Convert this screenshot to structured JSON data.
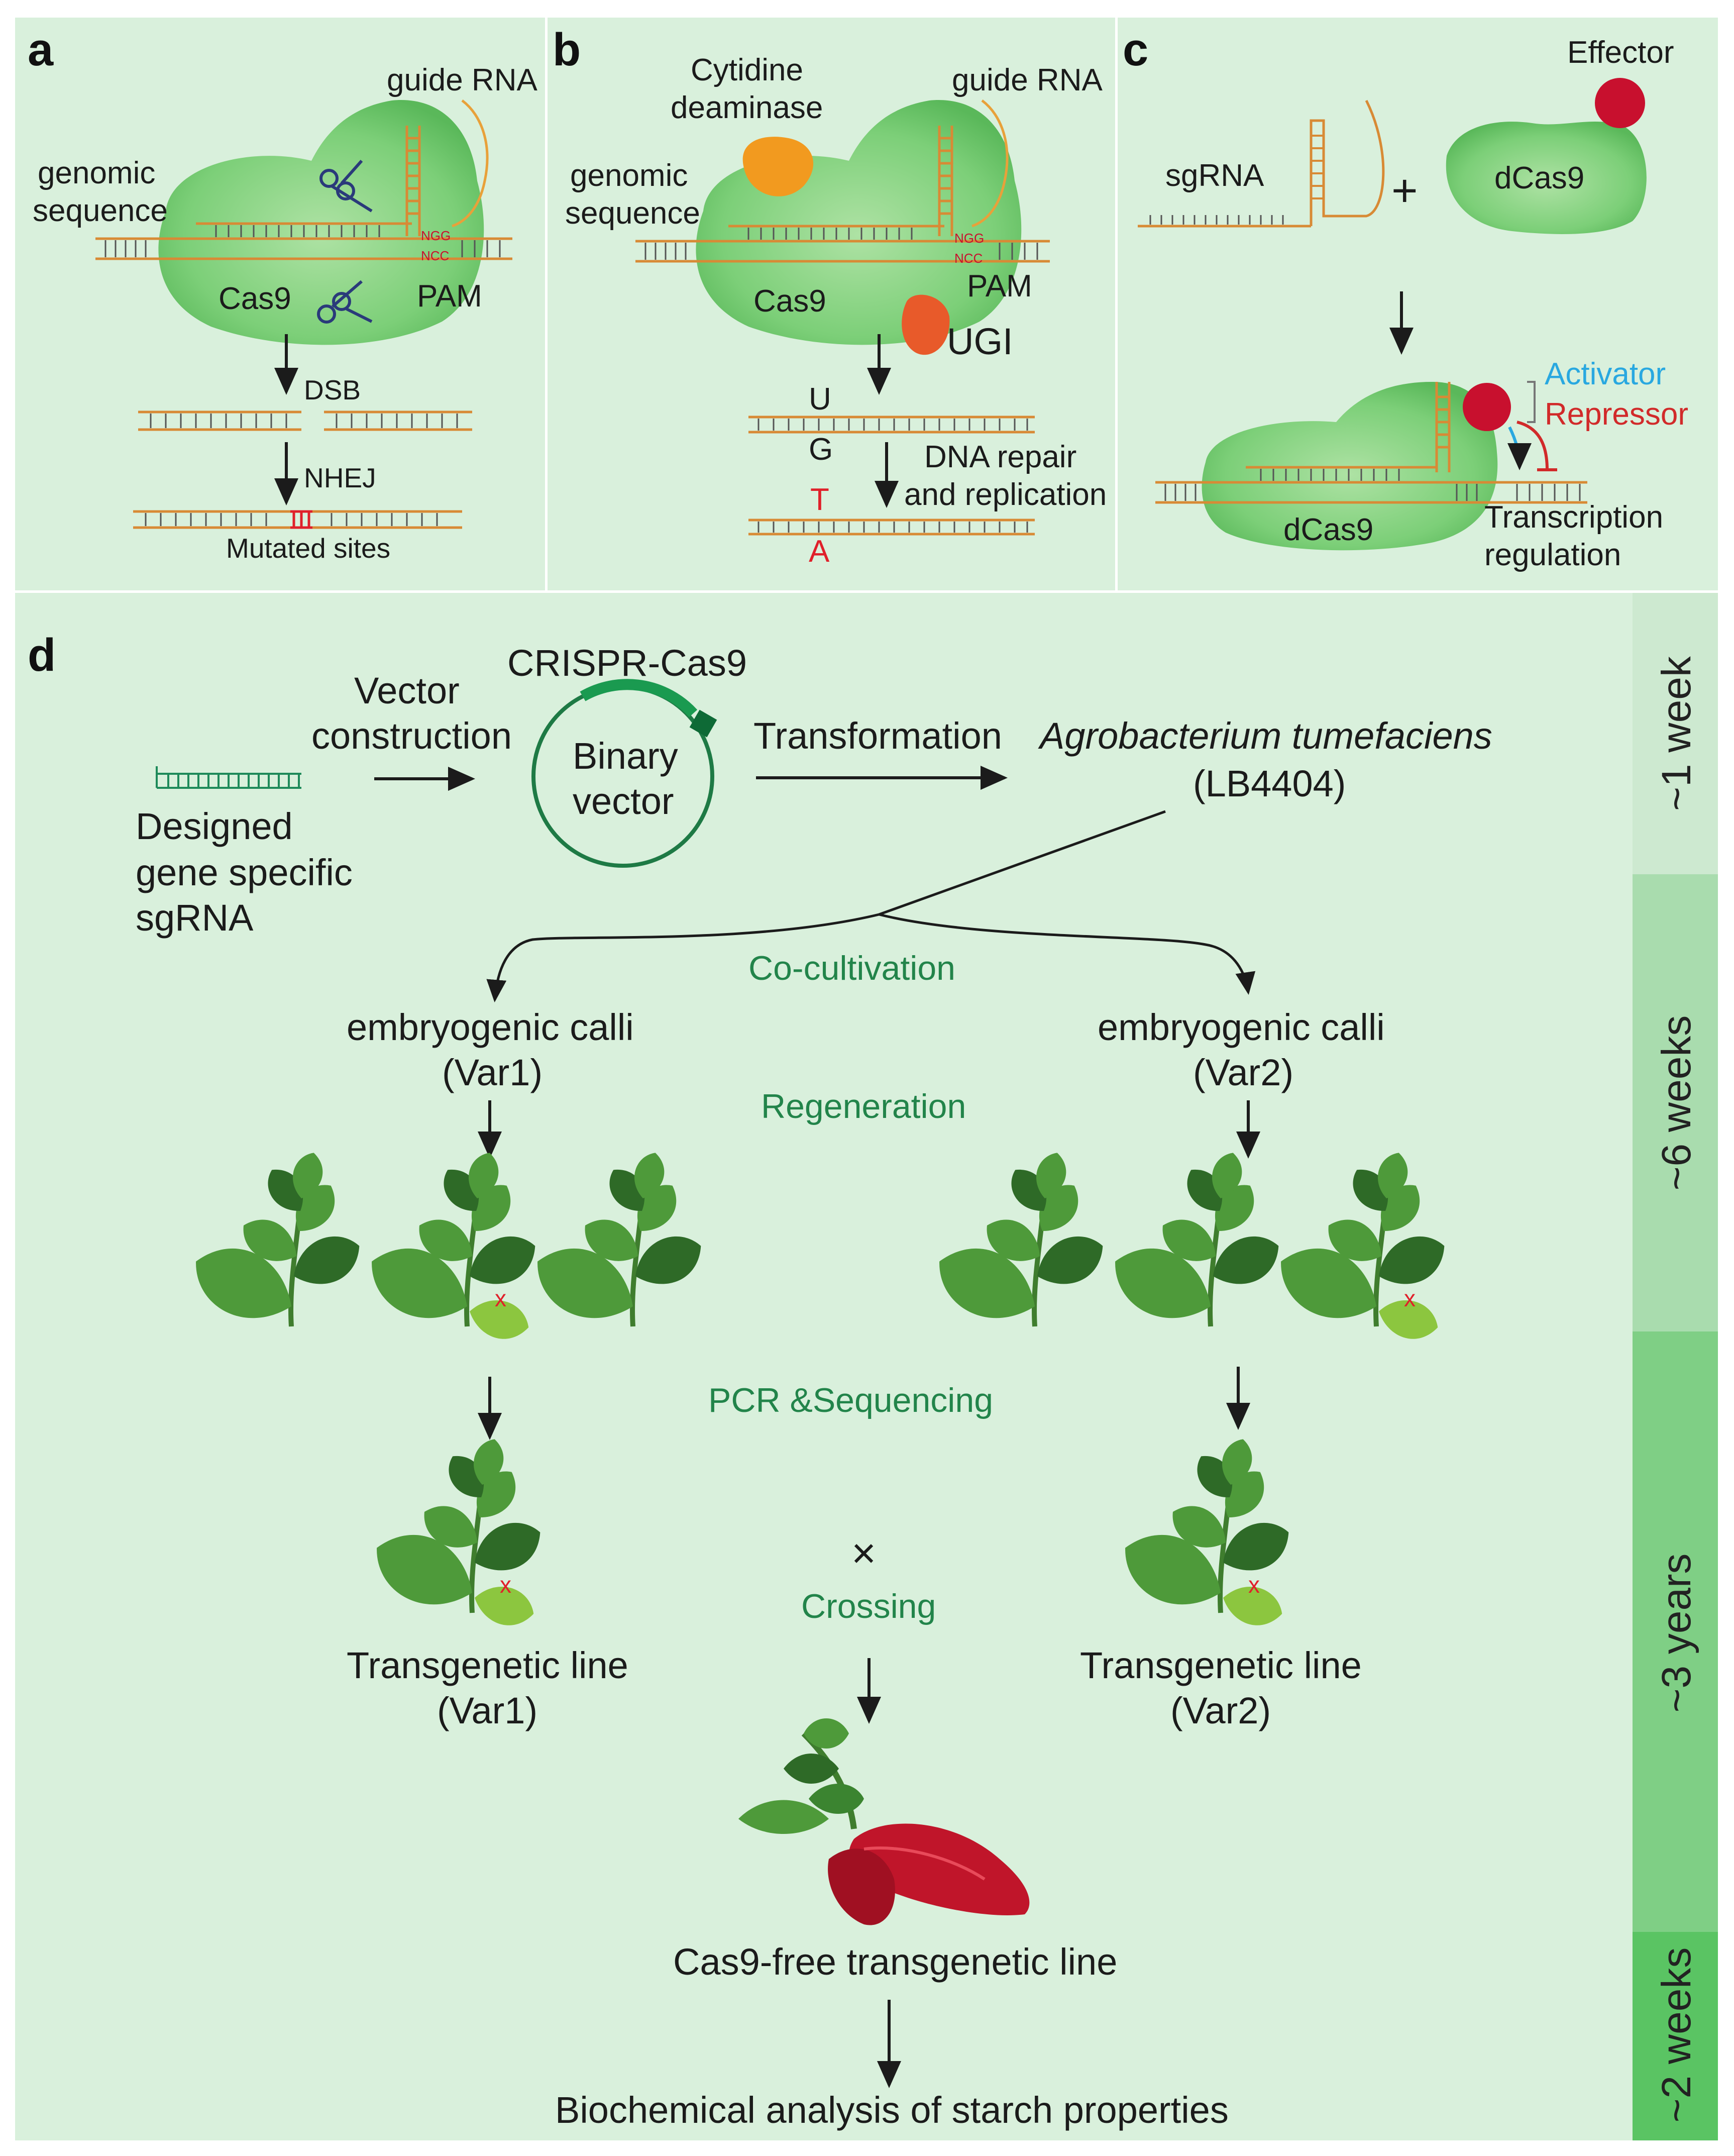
{
  "panels": {
    "a": {
      "letter": "a",
      "guide_rna": "guide RNA",
      "genomic": "genomic",
      "sequence": "sequence",
      "cas9": "Cas9",
      "pam": "PAM",
      "ngg": "NGG",
      "ncc": "NCC",
      "dsb": "DSB",
      "nhej": "NHEJ",
      "mutated": "Mutated sites"
    },
    "b": {
      "letter": "b",
      "cytidine": "Cytidine",
      "deaminase": "deaminase",
      "guide_rna": "guide RNA",
      "genomic": "genomic",
      "sequence": "sequence",
      "cas9": "Cas9",
      "pam": "PAM",
      "ngg": "NGG",
      "ncc": "NCC",
      "ugi": "UGI",
      "base_u": "U",
      "base_g": "G",
      "base_t": "T",
      "base_a": "A",
      "repair1": "DNA repair",
      "repair2": "and replication"
    },
    "c": {
      "letter": "c",
      "effector": "Effector",
      "sgrna": "sgRNA",
      "plus": "+",
      "dcas9_top": "dCas9",
      "activator": "Activator",
      "repressor": "Repressor",
      "dcas9_bottom": "dCas9",
      "transcription": "Transcription",
      "regulation": "regulation"
    },
    "d": {
      "letter": "d",
      "crispr": "CRISPR-Cas9",
      "vector1": "Vector",
      "vector2": "construction",
      "binary1": "Binary",
      "binary2": "vector",
      "transformation": "Transformation",
      "agro": "Agrobacterium tumefaciens",
      "strain": "(LB4404)",
      "designed1": "Designed",
      "designed2": "gene specific",
      "designed3": "sgRNA",
      "cocultivation": "Co-cultivation",
      "calli1_a": "embryogenic calli",
      "calli1_b": "(Var1)",
      "calli2_a": "embryogenic calli",
      "calli2_b": "(Var2)",
      "regeneration": "Regeneration",
      "pcr": "PCR &Sequencing",
      "cross_symbol": "×",
      "crossing": "Crossing",
      "line1_a": "Transgenetic line",
      "line1_b": "(Var1)",
      "line2_a": "Transgenetic line",
      "line2_b": "(Var2)",
      "mutant_mark": "x",
      "cas9free": "Cas9-free transgenetic line",
      "biochem": "Biochemical analysis of starch properties"
    }
  },
  "timeline": [
    "~1 week",
    "~6 weeks",
    "~3 years",
    "~2 weeks"
  ],
  "colors": {
    "panel_background": "#d9f0dc",
    "cas9_green": "#6cc36b",
    "rna_orange": "#e8a13a",
    "dna_orange": "#d88a35",
    "deaminase_orange": "#f29a1f",
    "ugi_red": "#e85a2a",
    "effector_red": "#c8102e",
    "activator_blue": "#29a8e0",
    "repressor_red": "#d12a2a",
    "step_green": "#22844a",
    "leaf_green": "#4e9a3a",
    "dark_leaf_green": "#2e6a27",
    "mutant_leaf": "#8cc63f",
    "beet_red": "#c0152a",
    "timeline_greens": [
      "#cde9d0",
      "#a9dcae",
      "#7fcf85",
      "#5ac463"
    ]
  }
}
